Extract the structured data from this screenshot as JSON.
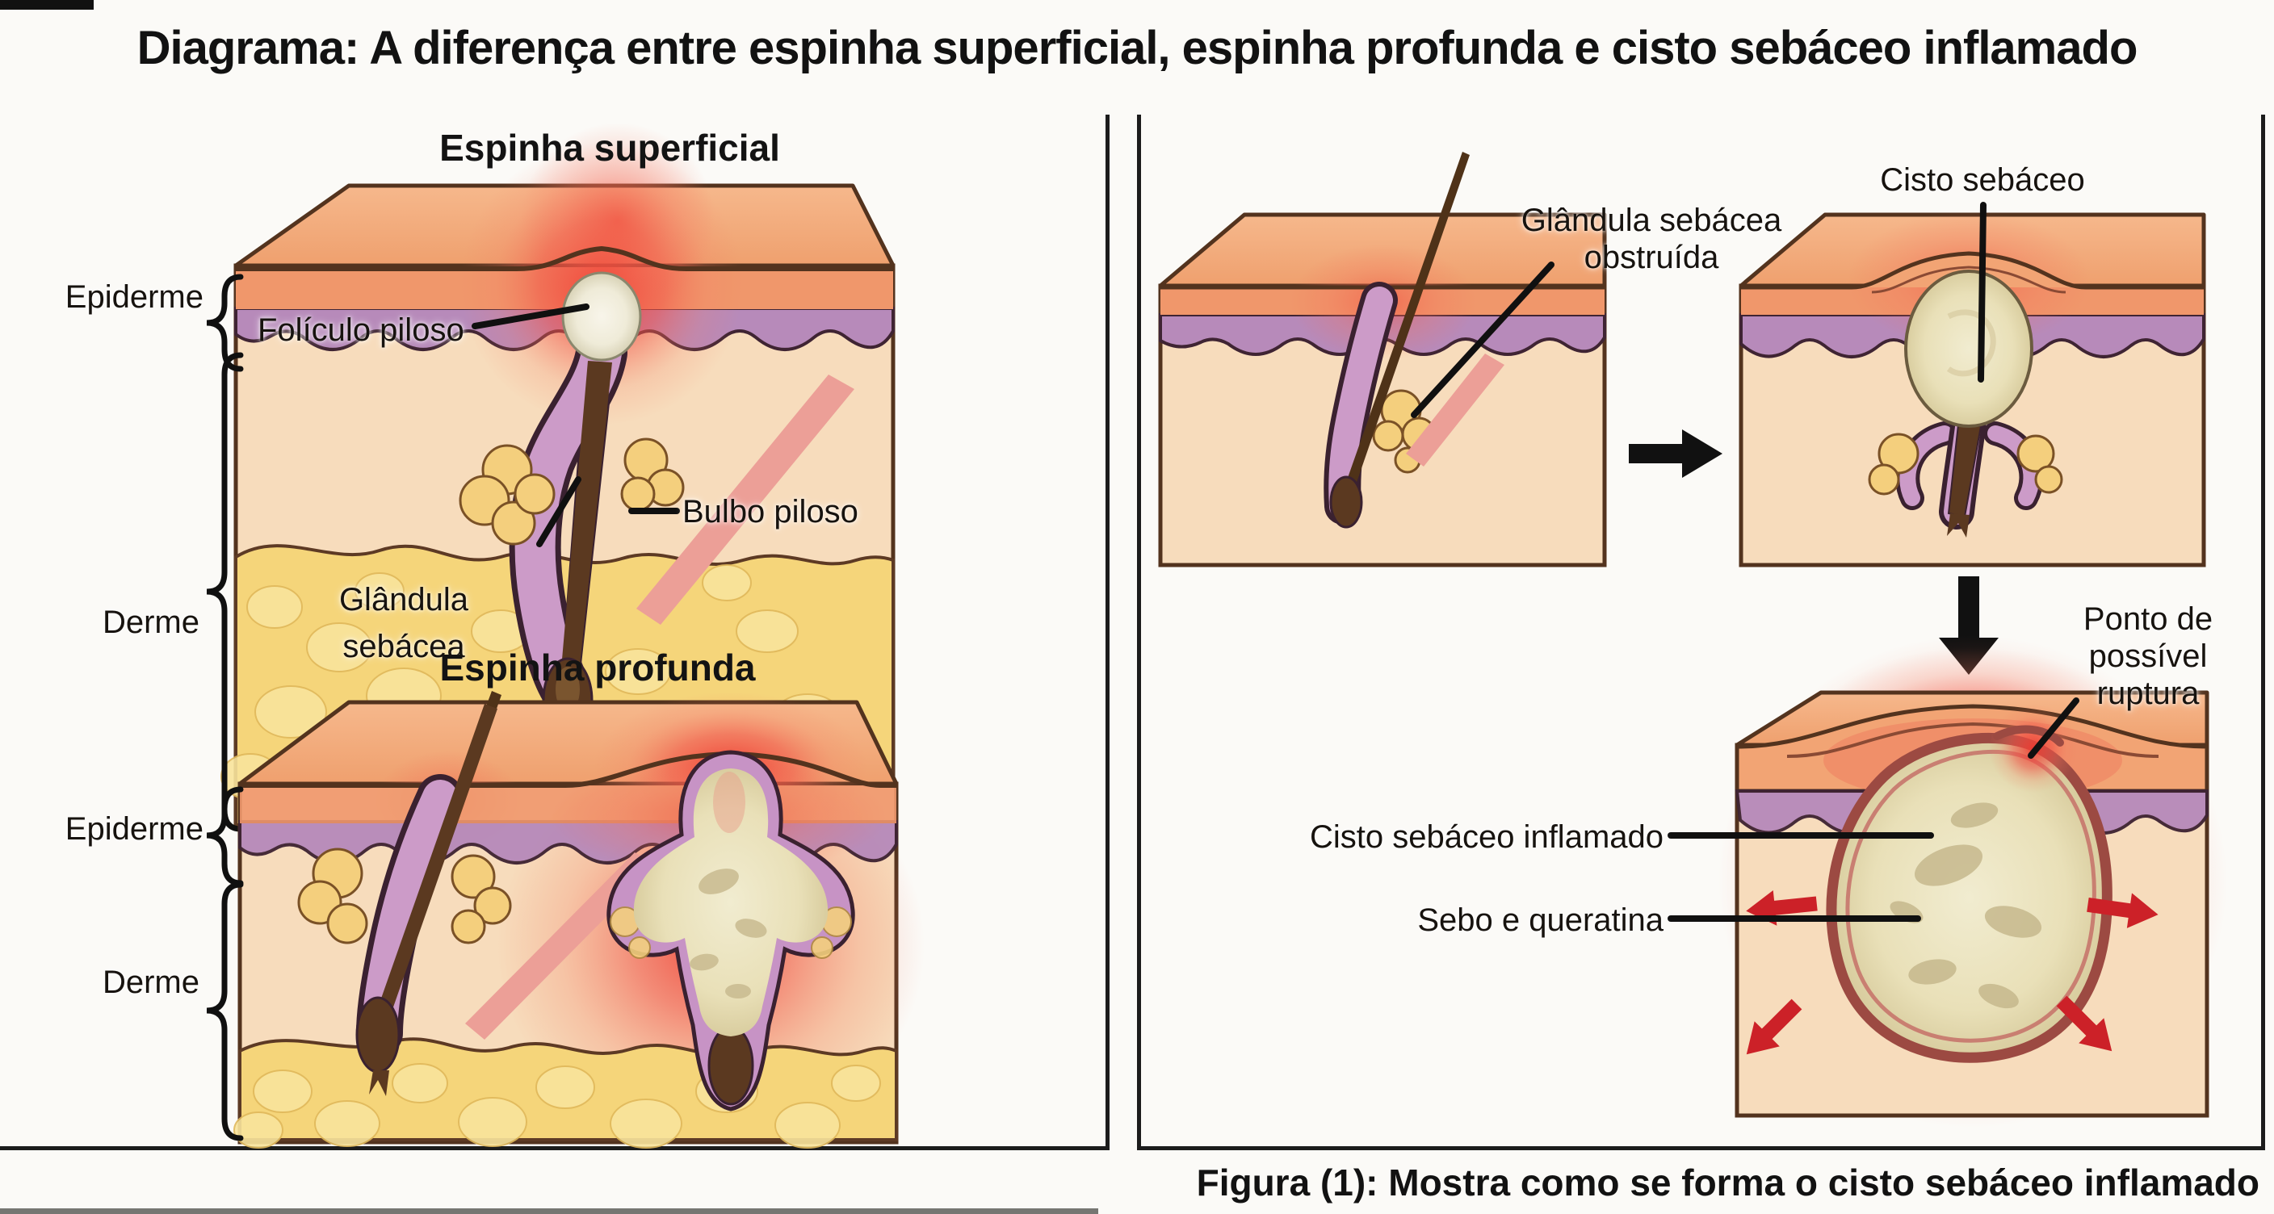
{
  "page": {
    "title": "Diagrama: A diferença entre espinha superficial, espinha profunda e cisto sebáceo inflamado",
    "caption": "Figura (1): Mostra como se forma o cisto sebáceo inflamado"
  },
  "left_panel": {
    "superficial": {
      "title": "Espinha superficial",
      "labels": {
        "epiderme": "Epiderme",
        "foliculo_piloso": "Folículo piloso",
        "glandula_sebacea": "Glândula\nsebácea",
        "derme": "Derme",
        "bulbo_piloso": "Bulbo piloso"
      }
    },
    "profunda": {
      "title": "Espinha profunda",
      "labels": {
        "epiderme": "Epiderme",
        "derme": "Derme"
      }
    }
  },
  "right_panel": {
    "labels": {
      "glandula_obstruida": "Glândula sebácea\nobstruída",
      "cisto_sebaceo": "Cisto sebáceo",
      "ponto_ruptura": "Ponto de\npossível\nruptura",
      "cisto_inflamado": "Cisto sebáceo inflamado",
      "sebo_queratina": "Sebo e queratina"
    }
  },
  "palette": {
    "background": "#fbfaf7",
    "skin_top": "#f4ad7e",
    "skin_band": "#f0976b",
    "epidermis_purple": "#b78aba",
    "dermis": "#f7dcbc",
    "fat_yellow": "#f5d57a",
    "hair_brown": "#5b3920",
    "follicle_wall_pink": "#cc9bc8",
    "sebaceous_gland": "#f4cf7d",
    "inflammation_red": "#f03a30",
    "pus_cream": "#ece4bd",
    "cyst_wall_red": "#9c4a42",
    "muscle_pink": "#ec9f97",
    "arrow_black": "#111111",
    "arrow_red": "#cc2128",
    "outline_dark": "#53331e",
    "text": "#141414"
  }
}
